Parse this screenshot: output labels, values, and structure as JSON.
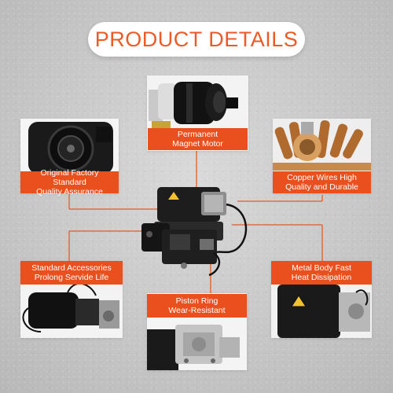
{
  "title": "PRODUCT DETAILS",
  "features": {
    "motor": {
      "line1": "Permanent",
      "line2": "Magnet Motor"
    },
    "factory": {
      "line1": "Original Factory Standard",
      "line2": "Quality Assurance"
    },
    "copper": {
      "line1": "Copper Wires High",
      "line2": "Quality and Durable"
    },
    "accessories": {
      "line1": "Standard Accessories",
      "line2": "Prolong Servide Life"
    },
    "metal": {
      "line1": "Metal Body Fast",
      "line2": "Heat Dissipation"
    },
    "piston": {
      "line1": "Piston Ring",
      "line2": "Wear-Resistant"
    }
  },
  "colors": {
    "accent": "#ea4f1e",
    "title_text": "#ee5a24",
    "line": "#e55a28"
  }
}
